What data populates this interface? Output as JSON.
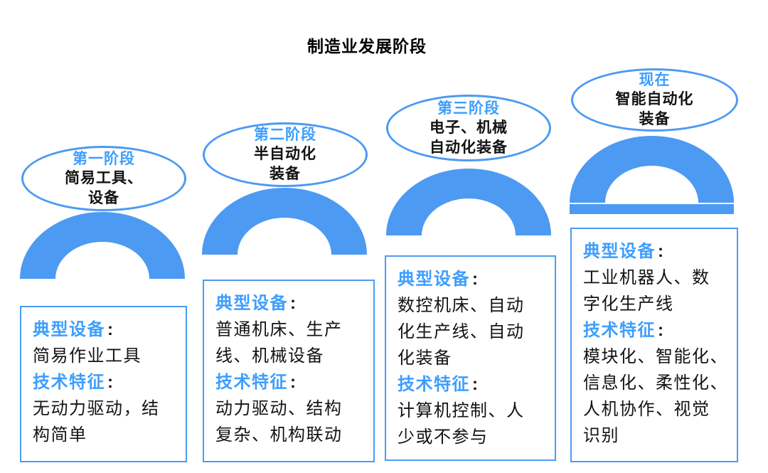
{
  "title": "制造业发展阶段",
  "labels": {
    "colon": ":"
  },
  "colors": {
    "shape_blue": "#4d9af2",
    "text_blue": "#3e9efd",
    "body_text": "#131313",
    "background": "#ffffff"
  },
  "stages": [
    {
      "name": "第一阶段",
      "desc": "简易工具、\n设备",
      "equipment_label": "典型设备",
      "equipment": "简易作业工具",
      "features_label": "技术特征",
      "features": "无动力驱动，结\n构简单"
    },
    {
      "name": "第二阶段",
      "desc": "半自动化\n装备",
      "equipment_label": "典型设备",
      "equipment": "普通机床、生产\n线、机械设备",
      "features_label": "技术特征",
      "features": "动力驱动、结构\n复杂、机构联动"
    },
    {
      "name": "第三阶段",
      "desc": "电子、机械\n自动化装备",
      "equipment_label": "典型设备",
      "equipment": "数控机床、自动\n化生产线、自动\n化装备",
      "features_label": "技术特征",
      "features": "计算机控制、人\n少或不参与"
    },
    {
      "name": "现在",
      "desc": "智能自动化\n装备",
      "equipment_label": "典型设备",
      "equipment": "工业机器人、数\n字化生产线",
      "features_label": "技术特征",
      "features": "模块化、智能化、\n信息化、柔性化、\n人机协作、视觉\n识别"
    }
  ]
}
